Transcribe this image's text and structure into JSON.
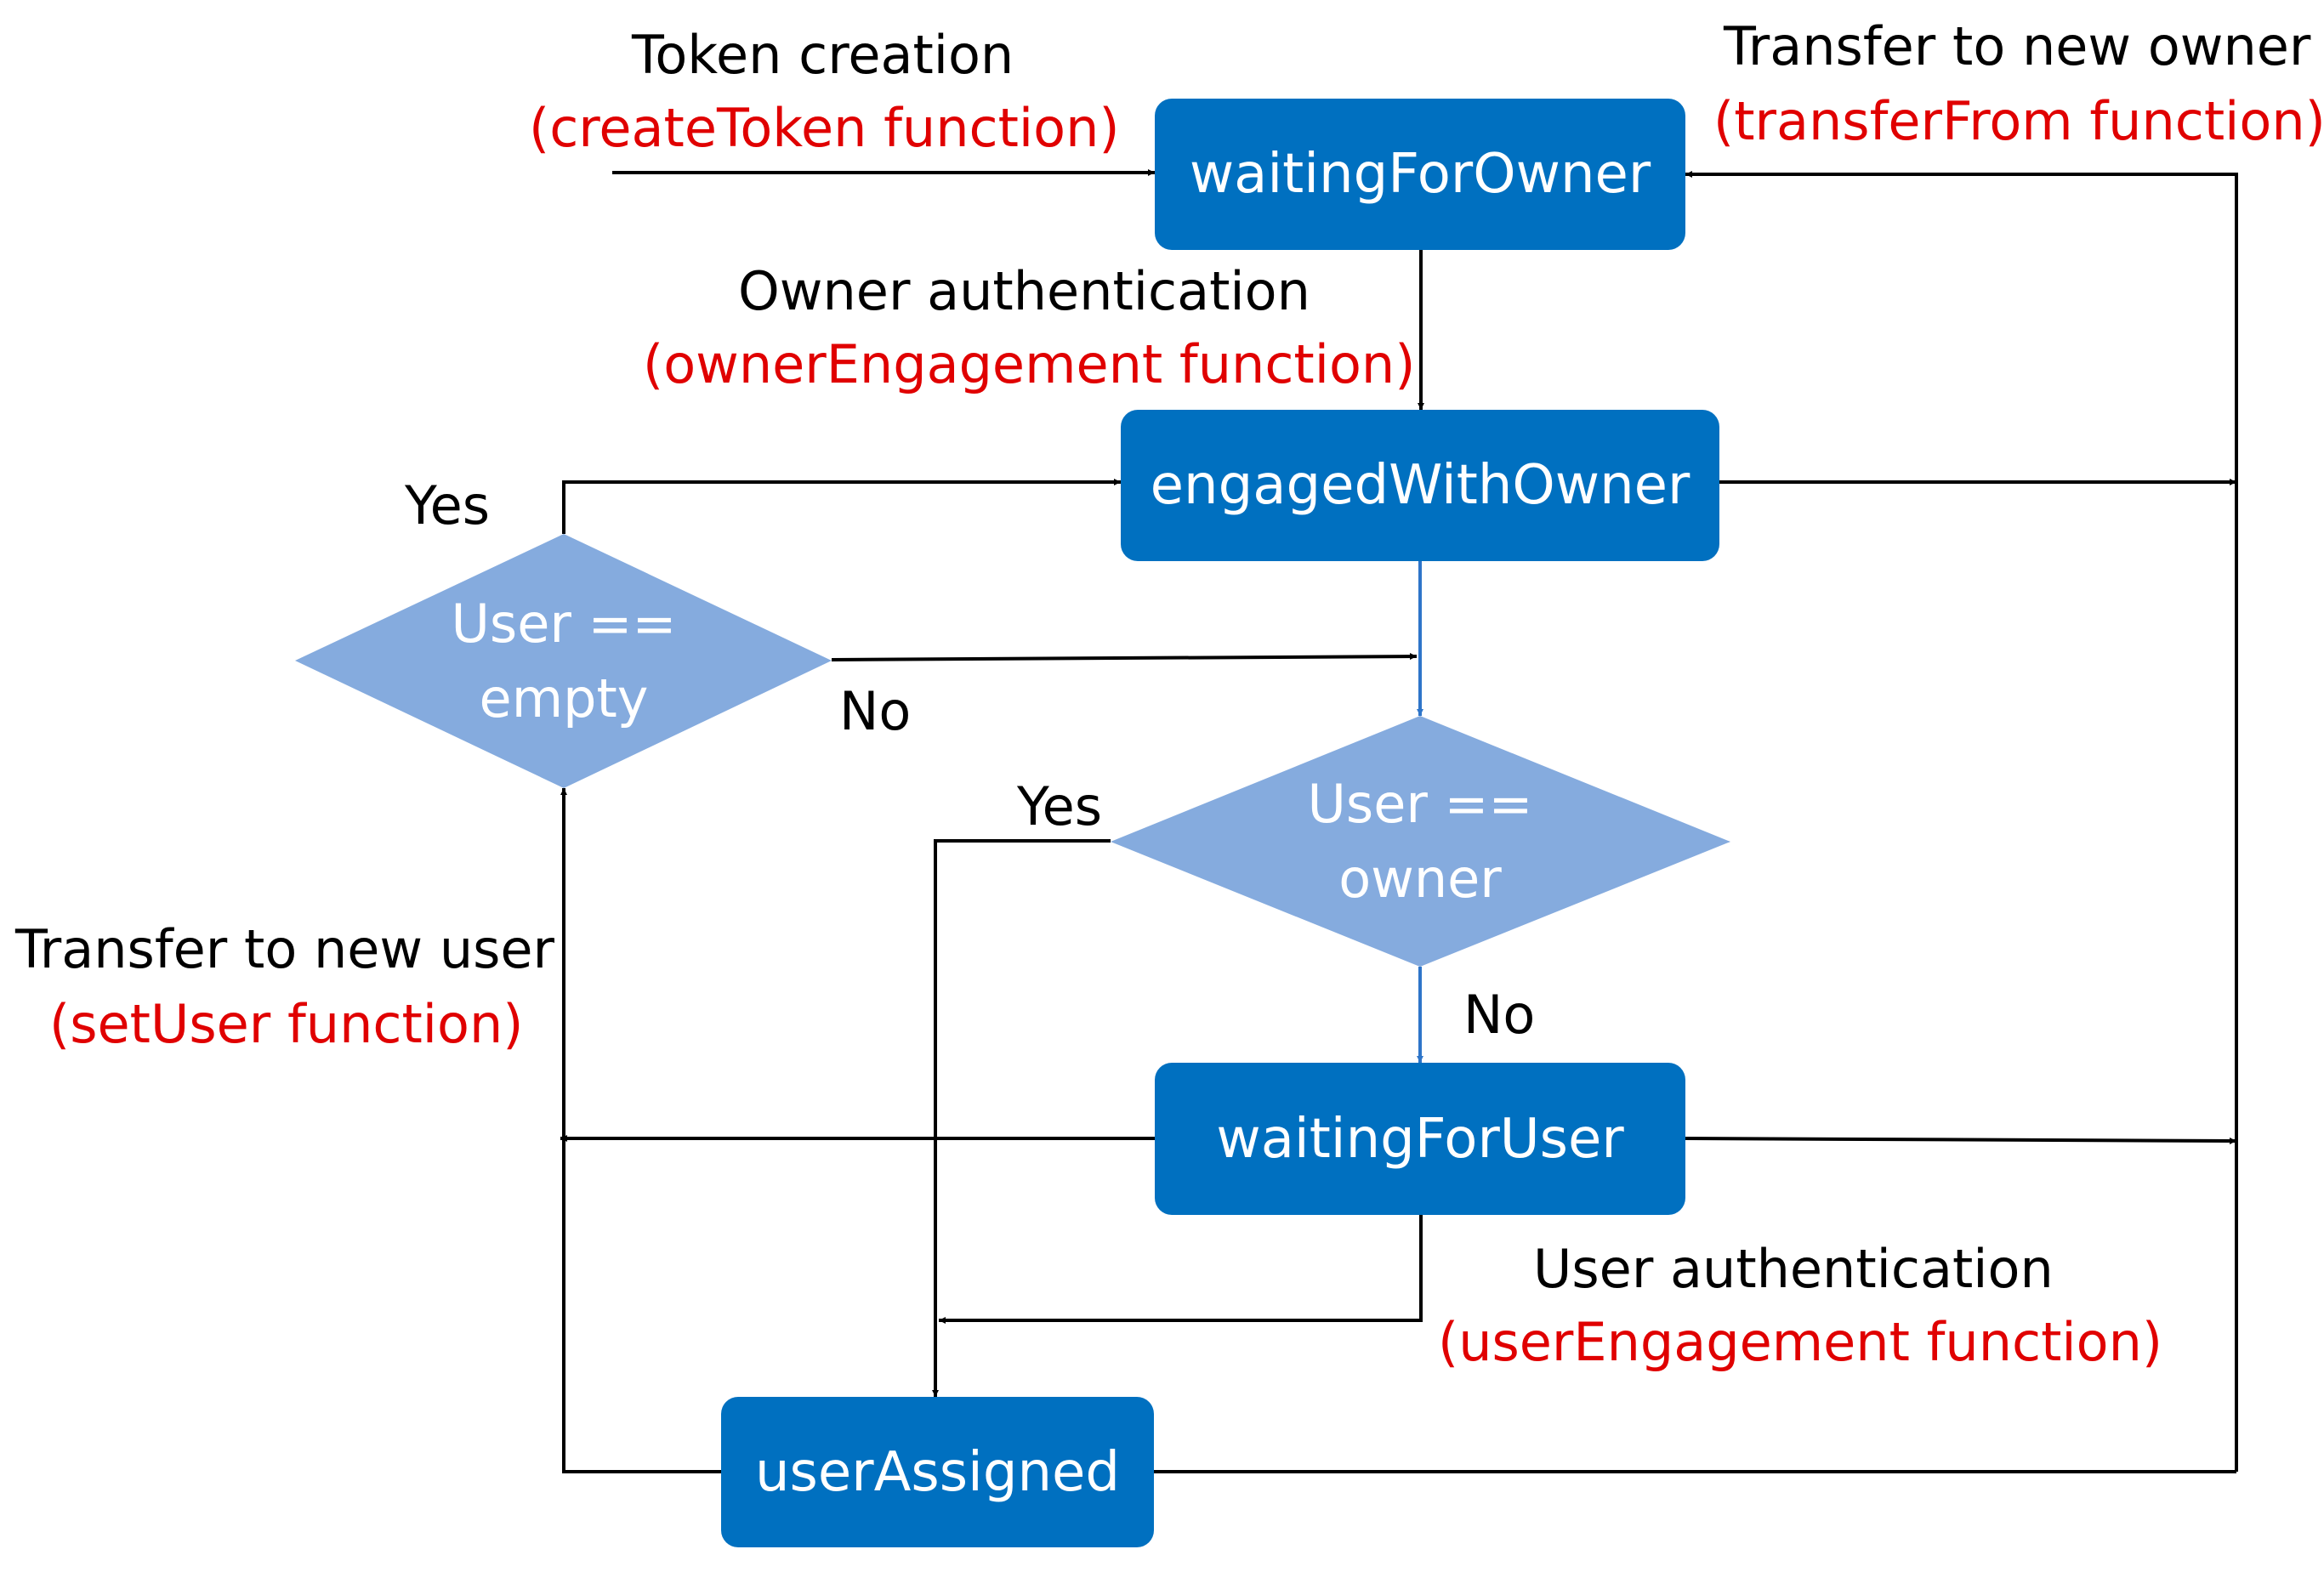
{
  "states": {
    "waiting_for_owner": "waitingForOwner",
    "engaged_with_owner": "engagedWithOwner",
    "waiting_for_user": "waitingForUser",
    "user_assigned": "userAssigned"
  },
  "decisions": {
    "user_empty": {
      "line1": "User ==",
      "line2": "empty"
    },
    "user_owner": {
      "line1": "User ==",
      "line2": "owner"
    }
  },
  "branches": {
    "empty_yes": "Yes",
    "empty_no": "No",
    "owner_yes": "Yes",
    "owner_no": "No"
  },
  "transitions": {
    "token_creation": {
      "label": "Token creation",
      "function": "(createToken function)"
    },
    "transfer_owner": {
      "label": "Transfer to new owner",
      "function": "(transferFrom function)"
    },
    "owner_auth": {
      "label": "Owner authentication",
      "function": "(ownerEngagement function)"
    },
    "transfer_user": {
      "label": "Transfer to new user",
      "function": "(setUser function)"
    },
    "user_auth": {
      "label": "User authentication",
      "function": "(userEngagement function)"
    }
  },
  "colors": {
    "state_fill": "#0070c0",
    "decision_fill": "#85abde",
    "function_text": "#e00000",
    "blue_arrow": "#2e75c9"
  }
}
